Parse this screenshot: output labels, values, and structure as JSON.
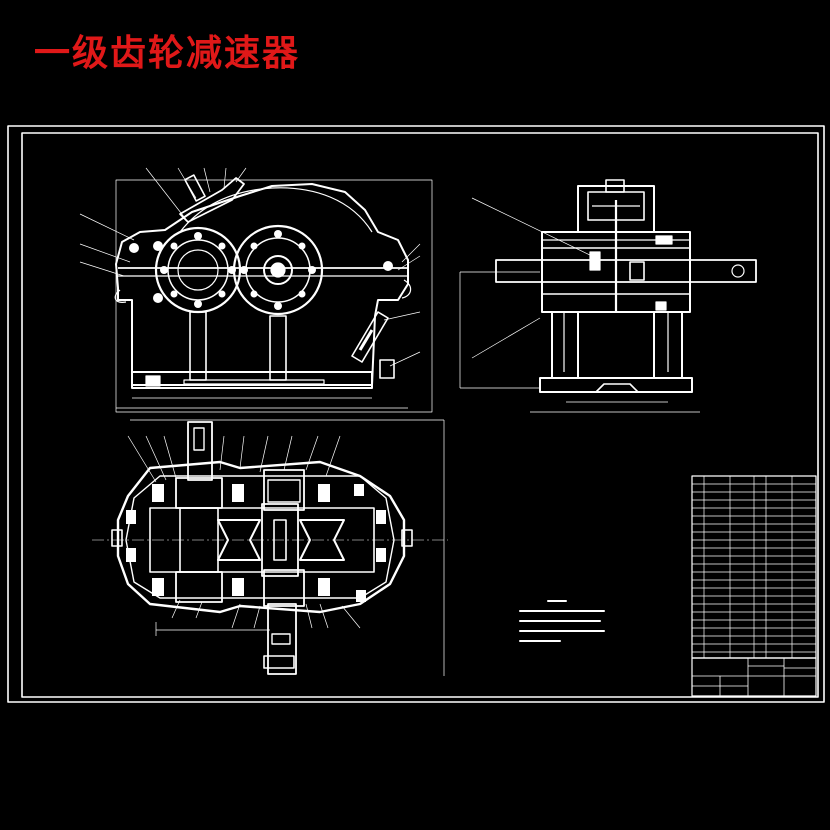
{
  "title": "一级齿轮减速器",
  "colors": {
    "background": "#000000",
    "title": "#e01818",
    "lines": "#ffffff"
  },
  "views": [
    "front-view",
    "side-view",
    "top-section-view"
  ],
  "panels": [
    "technical-notes",
    "parts-list",
    "title-block"
  ]
}
